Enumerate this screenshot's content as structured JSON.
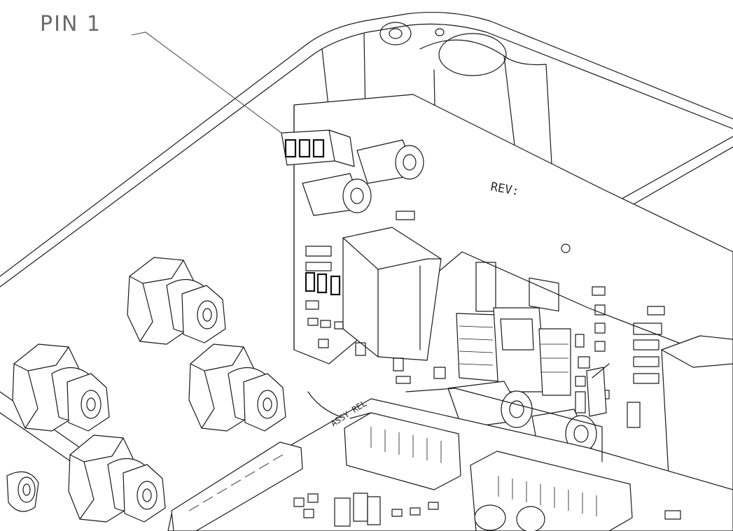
{
  "callout": {
    "label": "PIN 1"
  },
  "board": {
    "rev_label": "REV:",
    "assy_label": "ASSY REL"
  }
}
